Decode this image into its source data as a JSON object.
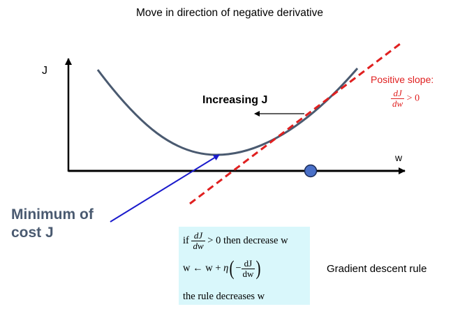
{
  "title": "Move in direction of negative derivative",
  "axes": {
    "y_label": "J",
    "x_label": "w"
  },
  "labels": {
    "increasing": "Increasing J",
    "minimum_line1": "Minimum of",
    "minimum_line2": "cost J",
    "positive_slope": "Positive slope:",
    "gradient_rule": "Gradient descent rule"
  },
  "formulas": {
    "pos_num": "dJ",
    "pos_den": "dw",
    "pos_rel": "> 0",
    "rule1_if": "if",
    "rule1_num": "dJ",
    "rule1_den": "dw",
    "rule1_rest": "> 0 then  decrease w",
    "rule2_lhs": "w ← w + ",
    "rule2_eta": "η",
    "rule2_minus": "−",
    "rule2_num": "dJ",
    "rule2_den": "dw",
    "rule3": "the rule decreases w"
  },
  "colors": {
    "curve": "#4a5a70",
    "tangent": "#e02020",
    "pointer": "#1a1acc",
    "dot": "#4a70c8",
    "box": "#d9f7fb",
    "positive_slope_text": "#e02020",
    "minimum_text": "#4a5a70"
  }
}
